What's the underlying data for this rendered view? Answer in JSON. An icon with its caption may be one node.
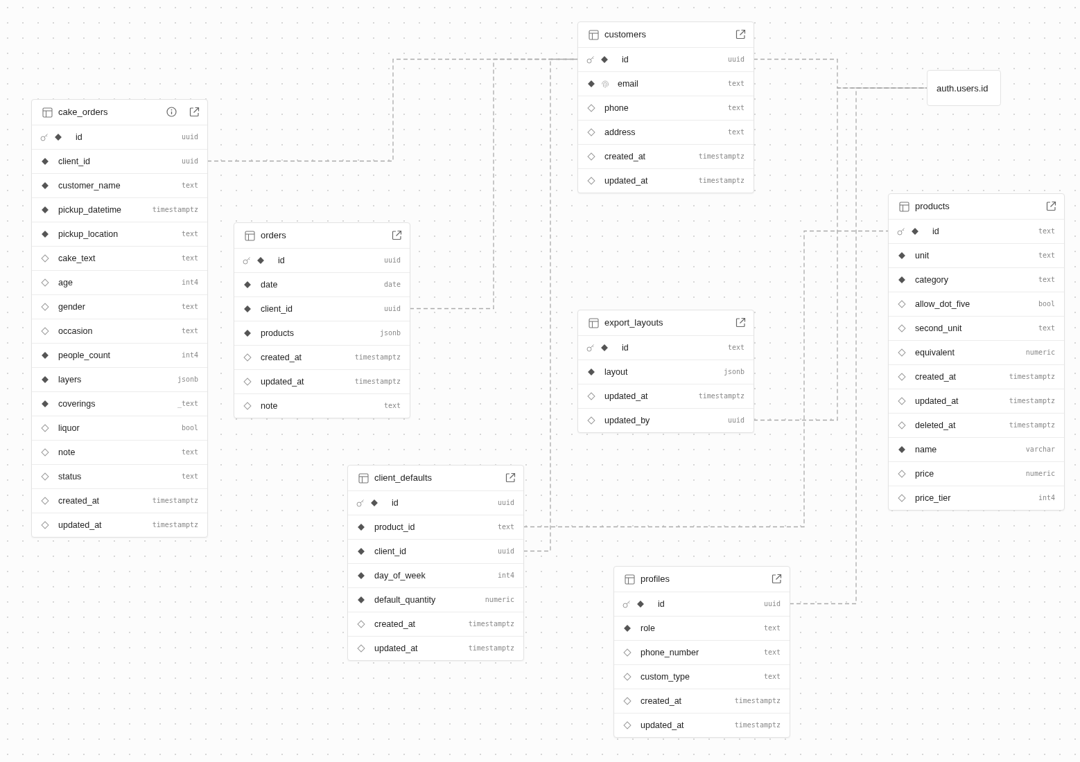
{
  "diagram": {
    "nodes": [
      {
        "text": [
          "cake_orders"
        ]
      },
      {
        "text": [
          "id",
          "uuid"
        ],
        "in": 0
      },
      {
        "text": [
          "client_id",
          "uuid"
        ],
        "in": 0
      },
      {
        "text": [
          "customer_name",
          "text"
        ],
        "in": 0
      },
      {
        "text": [
          "pickup_datetime",
          "timestamptz"
        ],
        "in": 0
      },
      {
        "text": [
          "pickup_location",
          "text"
        ],
        "in": 0
      },
      {
        "text": [
          "cake_text",
          "text"
        ],
        "in": 0
      },
      {
        "text": [
          "age",
          "int4"
        ],
        "in": 0
      },
      {
        "text": [
          "gender",
          "text"
        ],
        "in": 0
      },
      {
        "text": [
          "occasion",
          "text"
        ],
        "in": 0
      },
      {
        "text": [
          "people_count",
          "int4"
        ],
        "in": 0
      },
      {
        "text": [
          "layers",
          "jsonb"
        ],
        "in": 0
      },
      {
        "text": [
          "coverings",
          "_text"
        ],
        "in": 0
      },
      {
        "text": [
          "liquor",
          "bool"
        ],
        "in": 0
      },
      {
        "text": [
          "note",
          "text"
        ],
        "in": 0
      },
      {
        "text": [
          "status",
          "text"
        ],
        "in": 0
      },
      {
        "text": [
          "created_at",
          "timestamptz"
        ],
        "in": 0
      },
      {
        "text": [
          "updated_at",
          "timestamptz"
        ],
        "in": 0
      },
      {
        "text": [
          "customers"
        ]
      },
      {
        "text": [
          "id",
          "uuid"
        ],
        "in": 18
      },
      {
        "text": [
          "email",
          "text"
        ],
        "in": 18
      },
      {
        "text": [
          "phone",
          "text"
        ],
        "in": 18
      },
      {
        "text": [
          "address",
          "text"
        ],
        "in": 18
      },
      {
        "text": [
          "created_at",
          "timestamptz"
        ],
        "in": 18
      },
      {
        "text": [
          "updated_at",
          "timestamptz"
        ],
        "in": 18
      },
      {
        "text": [
          "orders"
        ]
      },
      {
        "text": [
          "id",
          "uuid"
        ],
        "in": 25
      },
      {
        "text": [
          "date",
          "date"
        ],
        "in": 25
      },
      {
        "text": [
          "client_id",
          "uuid"
        ],
        "in": 25
      },
      {
        "text": [
          "products",
          "jsonb"
        ],
        "in": 25
      },
      {
        "text": [
          "created_at",
          "timestamptz"
        ],
        "in": 25
      },
      {
        "text": [
          "updated_at",
          "timestamptz"
        ],
        "in": 25
      },
      {
        "text": [
          "note",
          "text"
        ],
        "in": 25
      },
      {
        "text": [
          "export_layouts"
        ]
      },
      {
        "text": [
          "id",
          "text"
        ],
        "in": 33
      },
      {
        "text": [
          "layout",
          "jsonb"
        ],
        "in": 33
      },
      {
        "text": [
          "updated_at",
          "timestamptz"
        ],
        "in": 33
      },
      {
        "text": [
          "updated_by",
          "uuid"
        ],
        "in": 33
      },
      {
        "text": [
          "client_defaults"
        ]
      },
      {
        "text": [
          "id",
          "uuid"
        ],
        "in": 38
      },
      {
        "text": [
          "product_id",
          "text"
        ],
        "in": 38
      },
      {
        "text": [
          "client_id",
          "uuid"
        ],
        "in": 38
      },
      {
        "text": [
          "day_of_week",
          "int4"
        ],
        "in": 38
      },
      {
        "text": [
          "default_quantity",
          "numeric"
        ],
        "in": 38
      },
      {
        "text": [
          "created_at",
          "timestamptz"
        ],
        "in": 38
      },
      {
        "text": [
          "updated_at",
          "timestamptz"
        ],
        "in": 38
      },
      {
        "text": [
          "products"
        ]
      },
      {
        "text": [
          "id",
          "text"
        ],
        "in": 46
      },
      {
        "text": [
          "unit",
          "text"
        ],
        "in": 46
      },
      {
        "text": [
          "category",
          "text"
        ],
        "in": 46
      },
      {
        "text": [
          "allow_dot_five",
          "bool"
        ],
        "in": 46
      },
      {
        "text": [
          "second_unit",
          "text"
        ],
        "in": 46
      },
      {
        "text": [
          "equivalent",
          "numeric"
        ],
        "in": 46
      },
      {
        "text": [
          "created_at",
          "timestamptz"
        ],
        "in": 46
      },
      {
        "text": [
          "updated_at",
          "timestamptz"
        ],
        "in": 46
      },
      {
        "text": [
          "deleted_at",
          "timestamptz"
        ],
        "in": 46
      },
      {
        "text": [
          "name",
          "varchar"
        ],
        "in": 46
      },
      {
        "text": [
          "price",
          "numeric"
        ],
        "in": 46
      },
      {
        "text": [
          "price_tier",
          "int4"
        ],
        "in": 46
      },
      {
        "text": [
          "profiles"
        ]
      },
      {
        "text": [
          "id",
          "uuid"
        ],
        "in": 59
      },
      {
        "text": [
          "role",
          "text"
        ],
        "in": 59
      },
      {
        "text": [
          "phone_number",
          "text"
        ],
        "in": 59
      },
      {
        "text": [
          "custom_type",
          "text"
        ],
        "in": 59
      },
      {
        "text": [
          "created_at",
          "timestamptz"
        ],
        "in": 59
      },
      {
        "text": [
          "updated_at",
          "timestamptz"
        ],
        "in": 59
      },
      {
        "text": [
          "auth.users.id"
        ]
      }
    ],
    "edges": [
      {
        "from": 2,
        "to": 19,
        "arrow": "none",
        "style": "dashed"
      },
      {
        "from": 28,
        "to": 19,
        "arrow": "none",
        "style": "dashed"
      },
      {
        "from": 41,
        "to": 19,
        "arrow": "none",
        "style": "dashed"
      },
      {
        "from": 40,
        "to": 47,
        "arrow": "none",
        "style": "dashed"
      },
      {
        "from": 19,
        "to": 66,
        "arrow": "none",
        "style": "dashed"
      },
      {
        "from": 37,
        "to": 66,
        "arrow": "none",
        "style": "dashed"
      },
      {
        "from": 60,
        "to": 66,
        "arrow": "none",
        "style": "dashed"
      }
    ]
  }
}
